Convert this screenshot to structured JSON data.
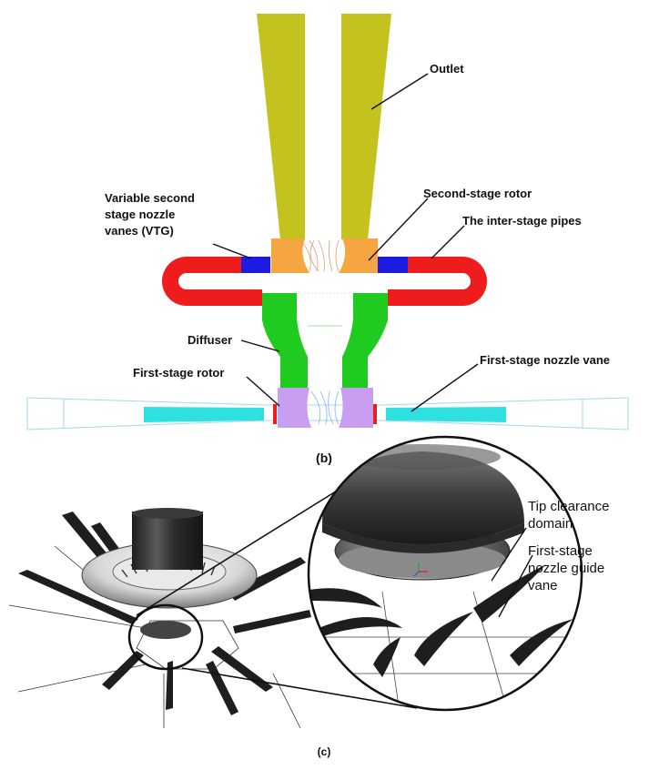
{
  "panel_b": {
    "caption": "(b)",
    "labels": {
      "outlet": "Outlet",
      "vtg_line1": "Variable second",
      "vtg_line2": "stage nozzle",
      "vtg_line3": "vanes (VTG)",
      "second_rotor": "Second-stage rotor",
      "inter_stage": "The inter-stage pipes",
      "diffuser": "Diffuser",
      "first_rotor": "First-stage rotor",
      "first_nozzle": "First-stage nozzle vane"
    },
    "colors": {
      "outlet": "#c4c21f",
      "pipes": "#ee1c1c",
      "vtg": "#1c1ce0",
      "rotor2": "#f5a641",
      "diffuser": "#1ecb1e",
      "rotor1": "#c89ef0",
      "nozzle1": "#2ee0e0"
    }
  },
  "panel_c": {
    "caption": "(c)",
    "labels": {
      "tip_line1": "Tip clearance",
      "tip_line2": "domain",
      "ngv_line1": "First-stage",
      "ngv_line2": "nozzle guide",
      "ngv_line3": "vane"
    }
  }
}
